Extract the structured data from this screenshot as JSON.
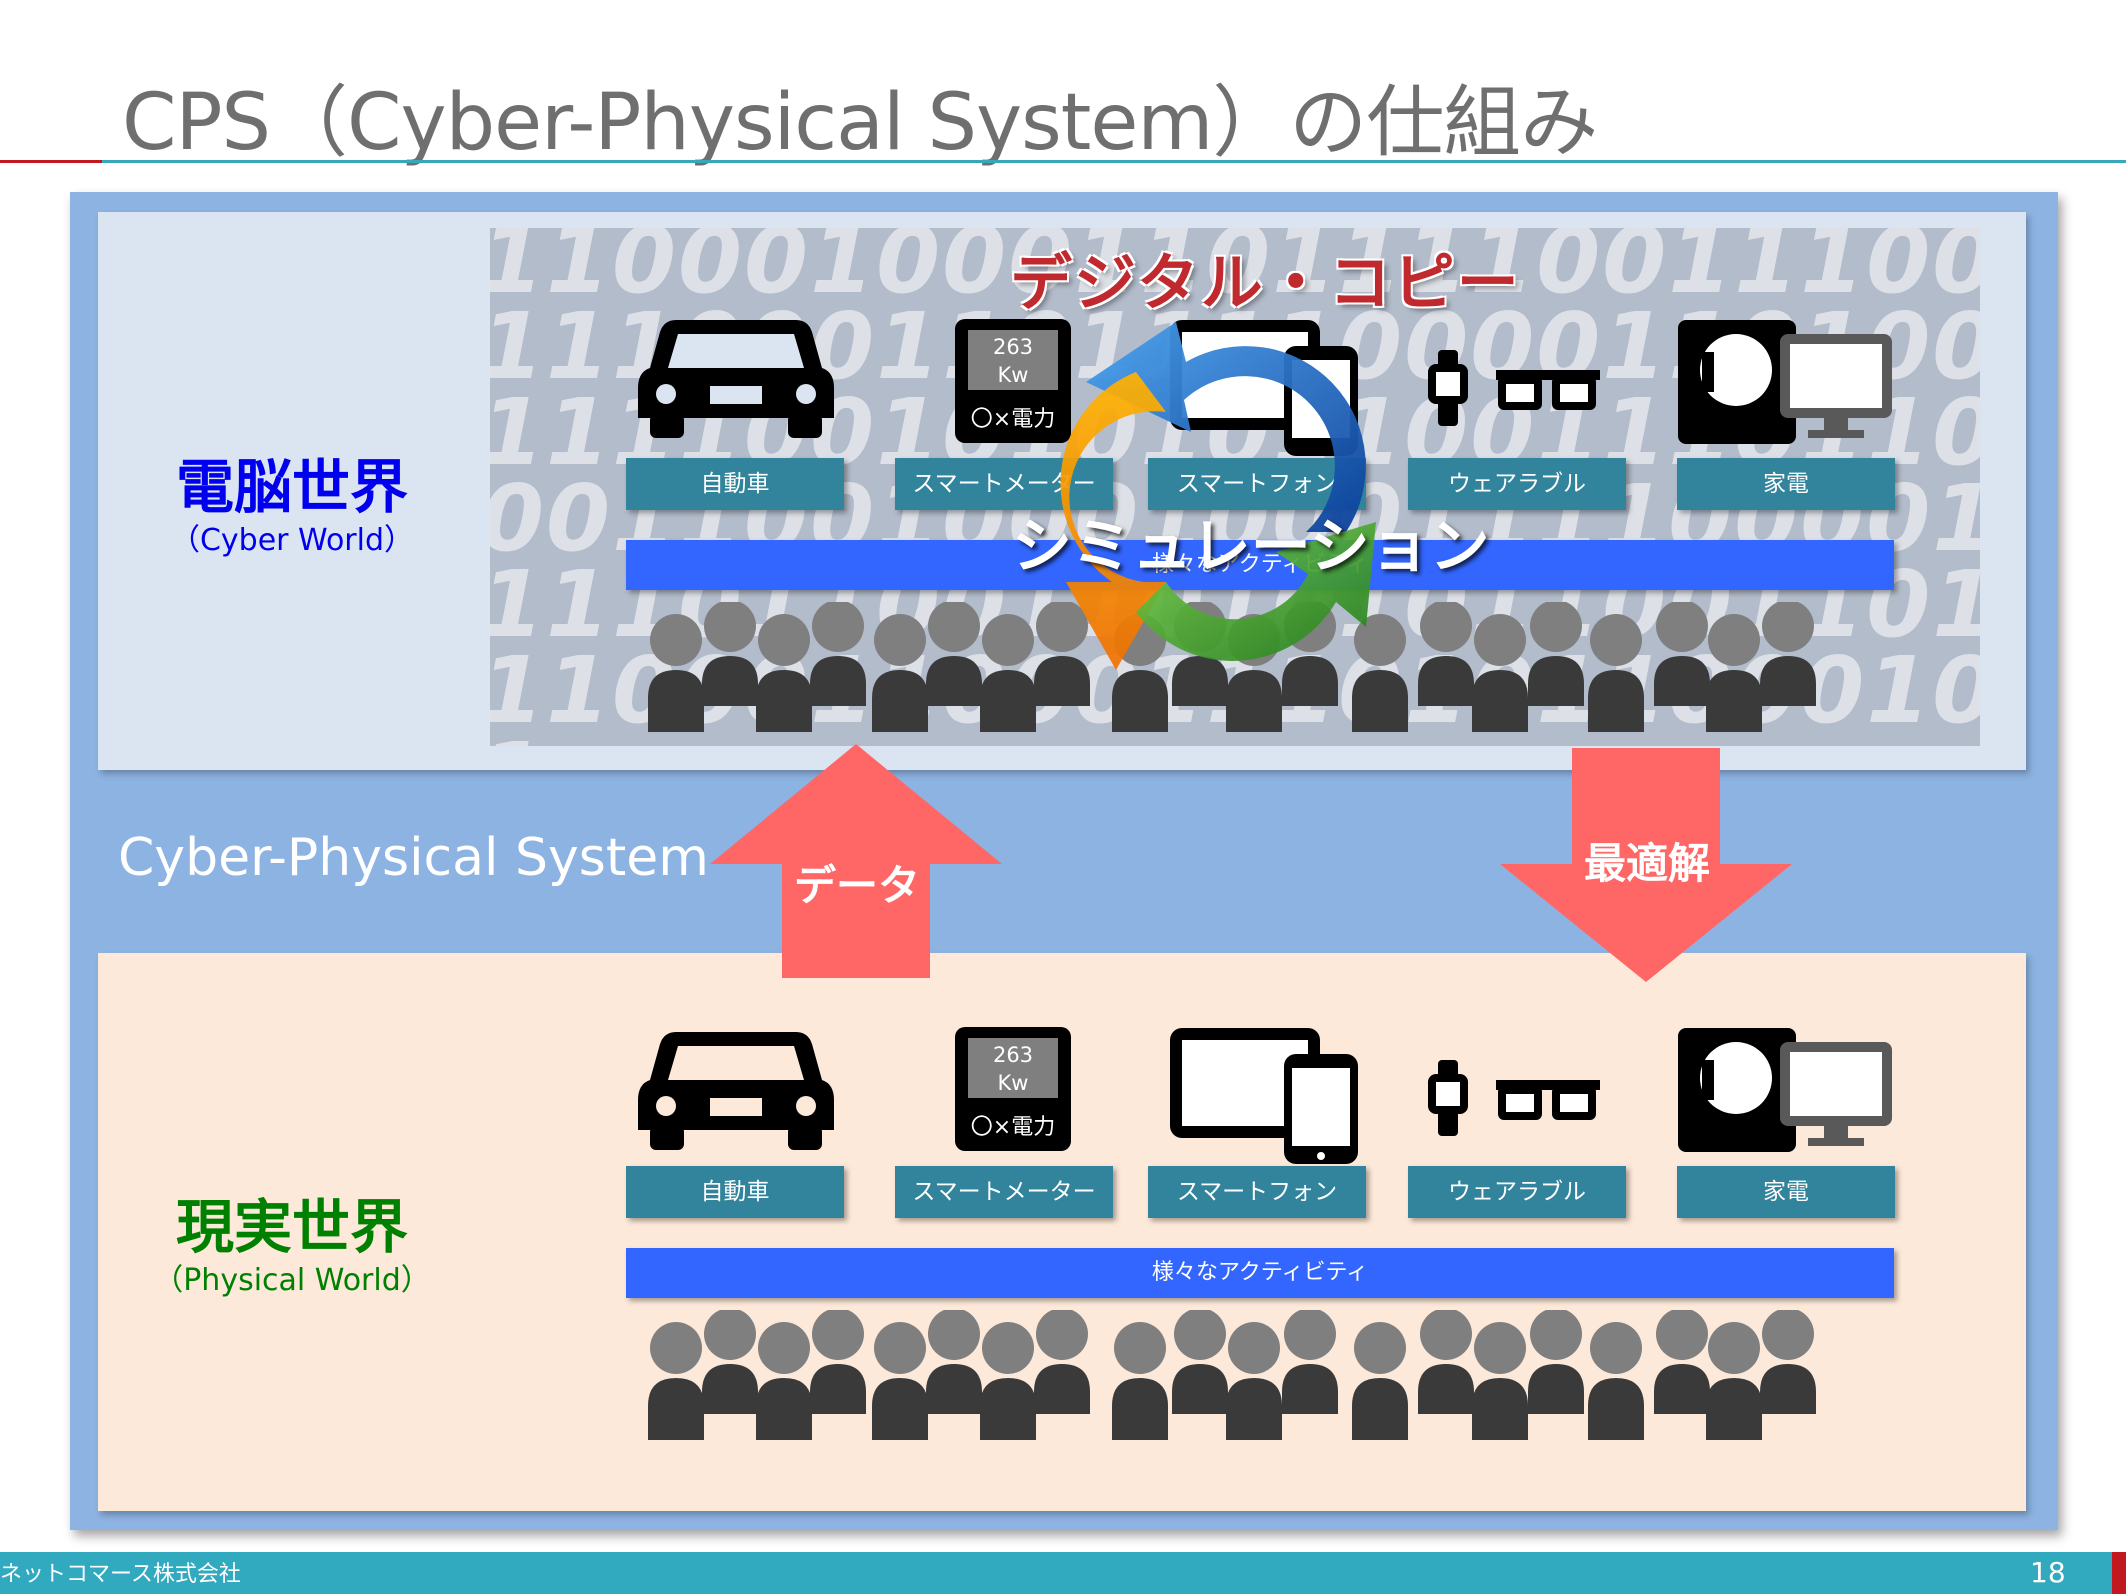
{
  "title": "CPS（Cyber-Physical System）の仕組み",
  "cyber_world": {
    "name_jp": "電脳世界",
    "name_en": "（Cyber World）"
  },
  "physical_world": {
    "name_jp": "現実世界",
    "name_en": "（Physical World）"
  },
  "cps_label": "Cyber-Physical System",
  "devices": [
    {
      "label": "自動車",
      "icon": "car-icon"
    },
    {
      "label": "スマートメーター",
      "icon": "smart-meter-icon"
    },
    {
      "label": "スマートフォン",
      "icon": "tablet-phone-icon"
    },
    {
      "label": "ウェアラブル",
      "icon": "wearable-icon"
    },
    {
      "label": "家電",
      "icon": "appliance-icon"
    }
  ],
  "meter": {
    "value": "263",
    "unit": "Kw",
    "caption": "〇×電力"
  },
  "activity_label": "様々なアクティビティ",
  "digital_copy": "デジタル・コピー",
  "simulation": "シミュレーション",
  "arrow_data": "データ",
  "arrow_optimal": "最適解",
  "matrix_digits": "1100010001101111001110011100011011110000110100111100101010110011101100011001000100011110000111101100110101011001101110001100011101011000101",
  "footer": {
    "company": "ネットコマース株式会社",
    "page": "18"
  },
  "colors": {
    "accent_red": "#c0191f",
    "teal": "#3aa6b9",
    "label_teal": "#31849b",
    "activity_blue": "#3366ff",
    "cyber_blue": "#0000ee",
    "physical_green": "#008000",
    "arrow_red": "#ff6666"
  }
}
